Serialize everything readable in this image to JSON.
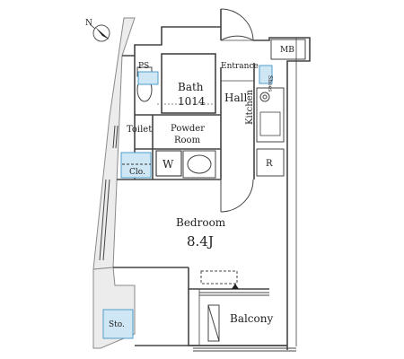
{
  "rooms": {
    "mb": "MB",
    "entrance": "Entrance",
    "shoe_box": "Shoes",
    "ps": "PS",
    "bath": "Bath",
    "bath_size": "1014",
    "hall": "Hall",
    "kitchen": "Kitchen",
    "toilet": "Toilet",
    "powder_room_line1": "Powder",
    "powder_room_line2": "Room",
    "washer": "W",
    "refrigerator": "R",
    "closet": "Clo.",
    "bedroom": "Bedroom",
    "bedroom_size": "8.4J",
    "balcony": "Balcony",
    "storage": "Sto."
  },
  "colors": {
    "wall": "#8a8a8a",
    "wall_fill": "#ececec",
    "line": "#444444",
    "storage_fill": "#cfe7f5",
    "storage_stroke": "#4f9cc9"
  }
}
